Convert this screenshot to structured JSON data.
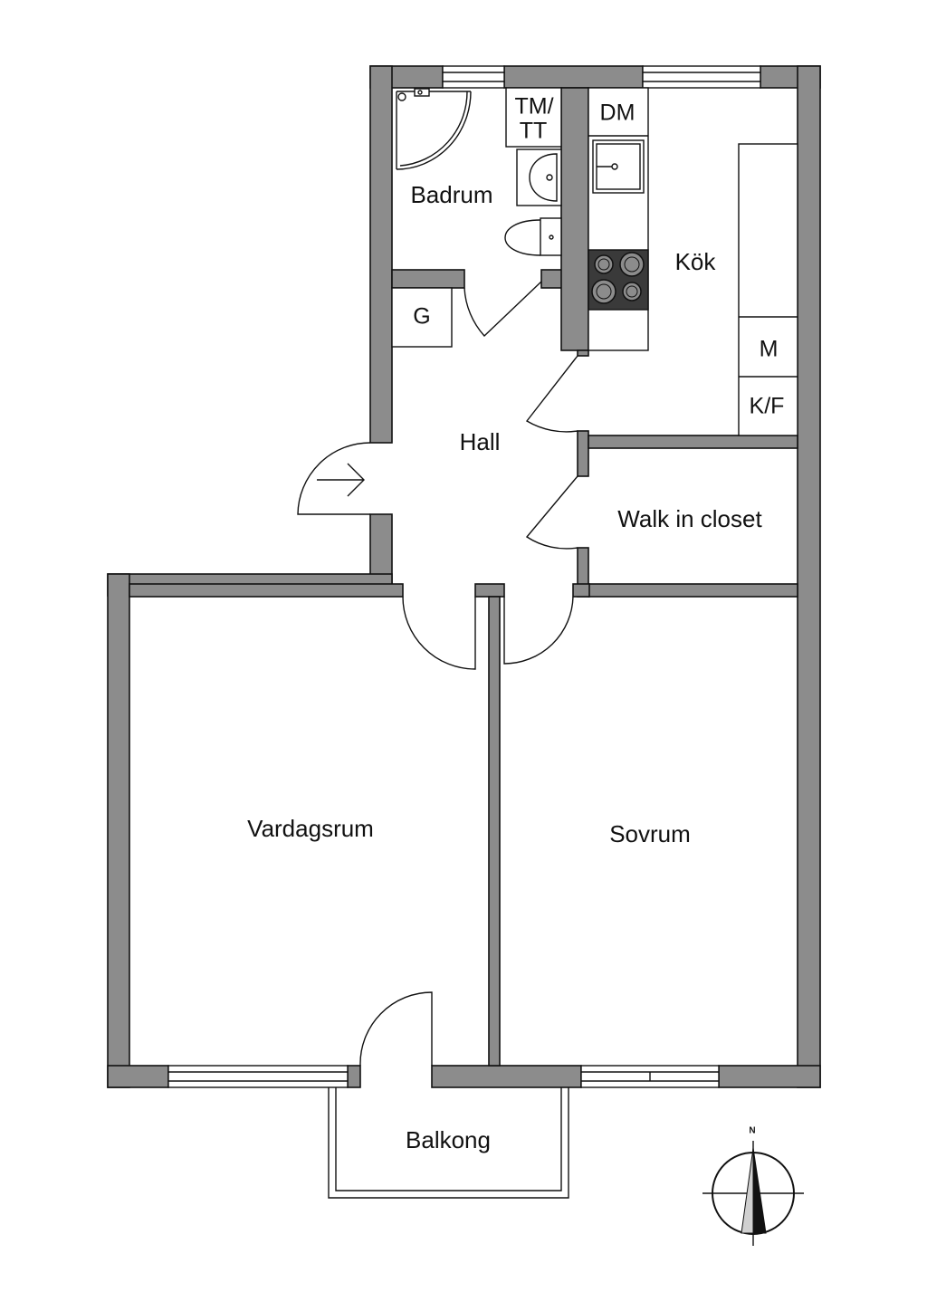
{
  "rooms": {
    "badrum": "Badrum",
    "kok": "Kök",
    "hall": "Hall",
    "walk_in_closet": "Walk in closet",
    "vardagsrum": "Vardagsrum",
    "sovrum": "Sovrum",
    "balkong": "Balkong"
  },
  "fixtures": {
    "tm_tt_line1": "TM/",
    "tm_tt_line2": "TT",
    "dm": "DM",
    "g": "G",
    "m": "M",
    "kf": "K/F"
  },
  "compass": {
    "north": "N"
  },
  "colors": {
    "wall": "#8c8c8c",
    "stove": "#3a3a3a",
    "line": "#111111",
    "background": "#ffffff"
  }
}
